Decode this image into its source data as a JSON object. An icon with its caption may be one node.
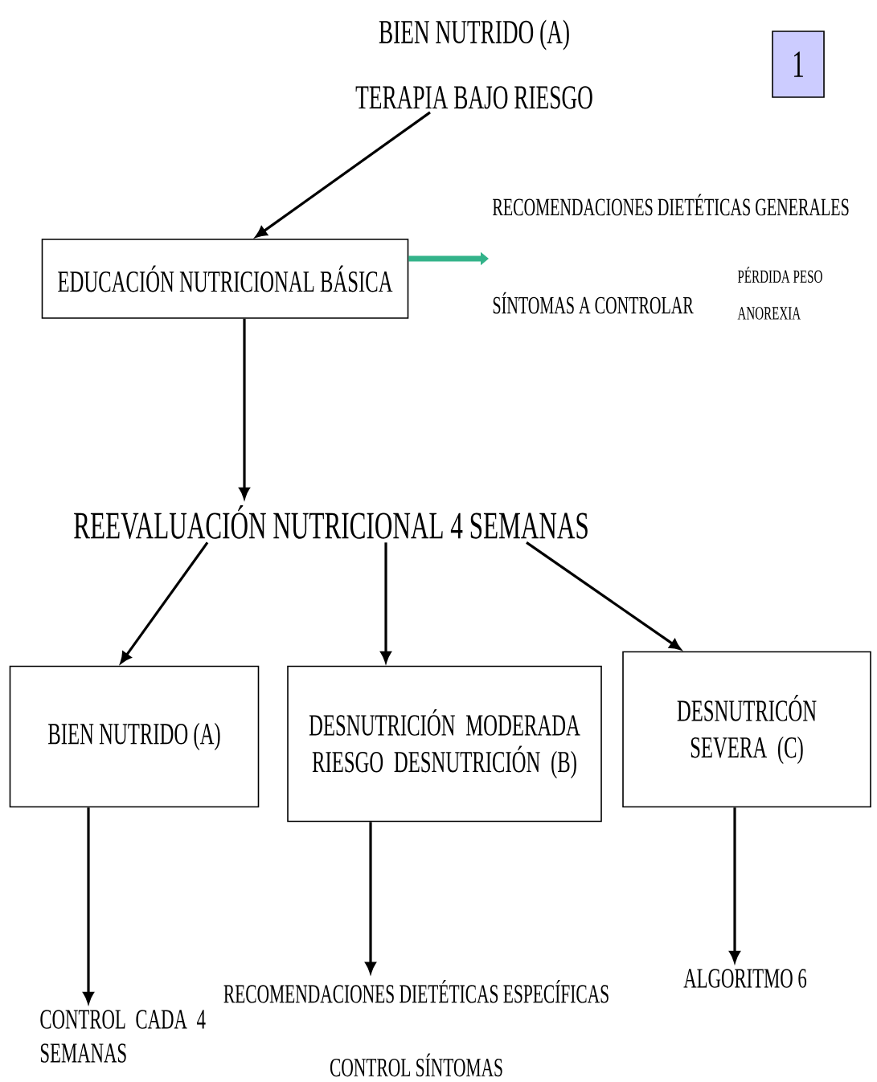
{
  "diagram": {
    "nodes": [
      {
        "text": [
          "BIEN NUTRIDO (A)",
          "TERAPIA BAJO RIESGO"
        ]
      },
      {
        "text": [
          "1"
        ]
      },
      {
        "text": [
          "EDUCACIÓN NUTRICIONAL BÁSICA"
        ]
      },
      {
        "text": [
          "RECOMENDACIONES DIETÉTICAS GENERALES",
          "SÍNTOMAS A CONTROLAR"
        ],
        "beside": [
          "PÉRDIDA PESO",
          "ANOREXIA"
        ]
      },
      {
        "text": [
          "REEVALUACIÓN NUTRICIONAL 4 SEMANAS"
        ]
      },
      {
        "text": [
          "BIEN NUTRIDO (A)"
        ]
      },
      {
        "text": [
          "DESNUTRICIÓN MODERADA RIESGO DESNUTRICIÓN (B)"
        ]
      },
      {
        "text": [
          "DESNUTRICÓN SEVERA (C)"
        ]
      },
      {
        "text": [
          "CONTROL CADA 4 SEMANAS"
        ]
      },
      {
        "text": [
          "RECOMENDACIONES DIETÉTICAS ESPECÍFICAS",
          "CONTROL SÍNTOMAS"
        ]
      },
      {
        "text": [
          "ALGORITMO 6"
        ]
      }
    ],
    "edges": [
      {
        "from": 0,
        "to": 2,
        "arrow": "to"
      },
      {
        "from": 2,
        "to": 3,
        "arrow": "to",
        "color": "#33b38a",
        "style": "thick"
      },
      {
        "from": 2,
        "to": 4,
        "arrow": "to"
      },
      {
        "from": 4,
        "to": 5,
        "arrow": "to"
      },
      {
        "from": 4,
        "to": 6,
        "arrow": "to"
      },
      {
        "from": 4,
        "to": 7,
        "arrow": "to"
      },
      {
        "from": 5,
        "to": 8,
        "arrow": "to"
      },
      {
        "from": 6,
        "to": 9,
        "arrow": "to"
      },
      {
        "from": 7,
        "to": 10,
        "arrow": "to"
      }
    ]
  }
}
